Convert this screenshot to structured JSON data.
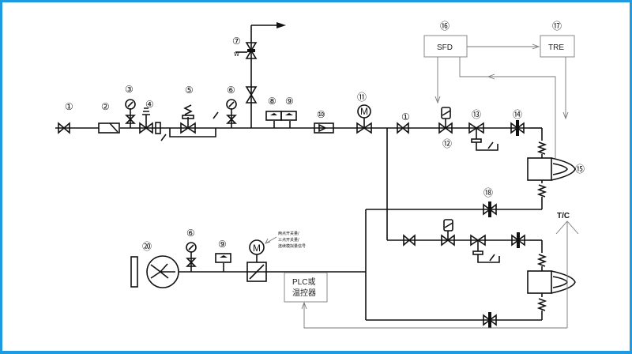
{
  "labels": {
    "n1a": "①",
    "n2": "②",
    "n3": "③",
    "n4": "④",
    "n5": "⑤",
    "n6a": "⑥",
    "n7": "⑦",
    "n8": "⑧",
    "n9a": "⑨",
    "n10": "⑩",
    "n11": "⑪",
    "n1b": "①",
    "n12": "⑫",
    "n13": "⑬",
    "n14": "⑭",
    "n15": "⑮",
    "n16": "⑯",
    "n17": "⑰",
    "n18": "⑱",
    "n20": "⑳",
    "n6b": "⑥",
    "n9b": "⑨"
  },
  "boxes": {
    "sfd": "SFD",
    "tre": "TRE",
    "plc_line1": "PLC或",
    "plc_line2": "温控器"
  },
  "tags": {
    "tc": "T/C",
    "m_a": "M",
    "m_b": "M"
  },
  "note_lines": [
    "两点开关量/",
    "三点开关量/",
    "连续模拟量信号"
  ]
}
